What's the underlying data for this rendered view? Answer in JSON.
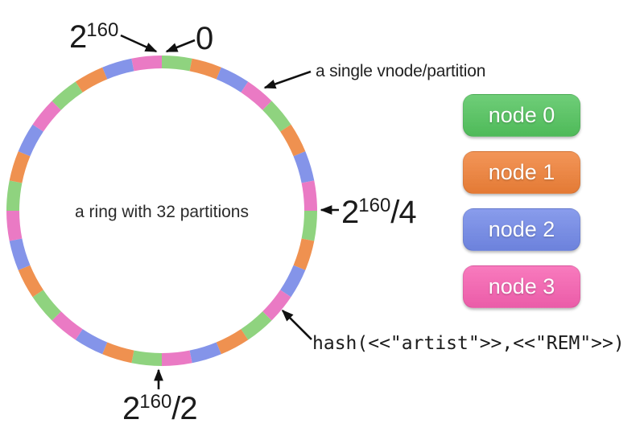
{
  "ring": {
    "partitions": 32,
    "center_label": "a ring with 32 partitions",
    "node_cycle": [
      "node 0",
      "node 1",
      "node 2",
      "node 3"
    ],
    "ring_colors": {
      "node 0": "#8fd37f",
      "node 1": "#ef9150",
      "node 2": "#8494e9",
      "node 3": "#ea7ac4"
    }
  },
  "annotations": {
    "max": {
      "base": "2",
      "exp": "160"
    },
    "zero": "0",
    "vnode": "a single vnode/partition",
    "quarter": {
      "base": "2",
      "exp": "160",
      "suffix": "/4"
    },
    "hash": "hash(<<\"artist\">>,<<\"REM\">>)",
    "half": {
      "base": "2",
      "exp": "160",
      "suffix": "/2"
    }
  },
  "legend": [
    {
      "label": "node 0",
      "color": "#53c45e"
    },
    {
      "label": "node 1",
      "color": "#f08138"
    },
    {
      "label": "node 2",
      "color": "#7289e8"
    },
    {
      "label": "node 3",
      "color": "#f761b1"
    }
  ],
  "arrow_color": "#111111"
}
